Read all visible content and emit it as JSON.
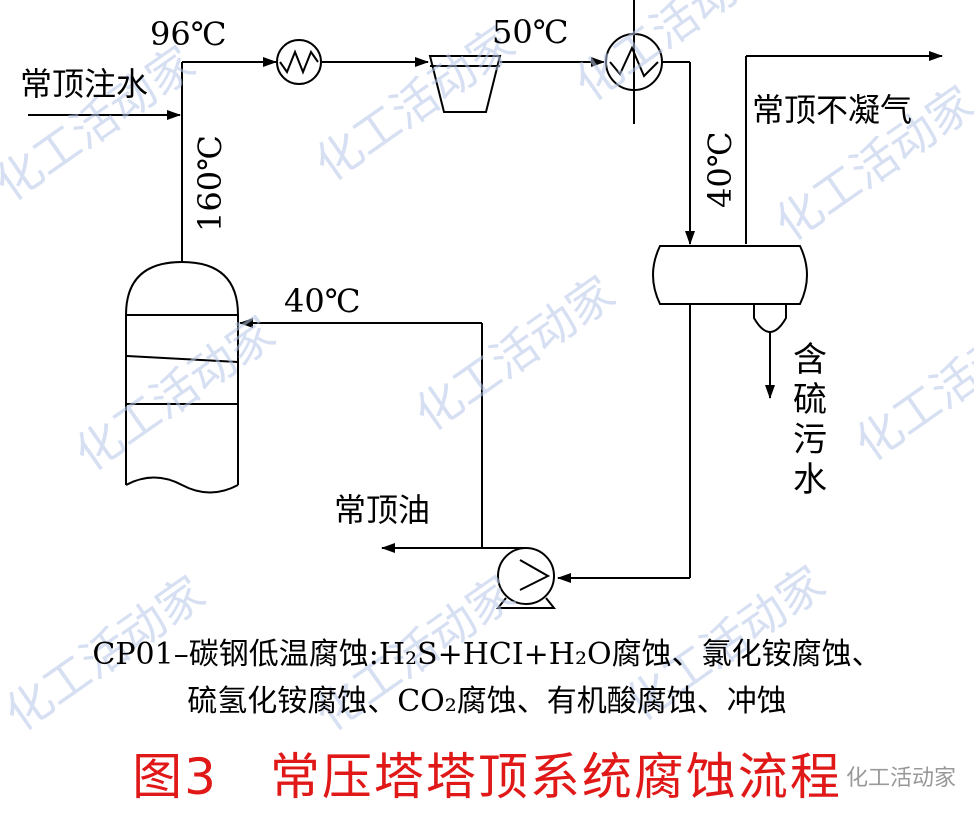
{
  "labels": {
    "water_injection": "常顶注水",
    "t_top": "96℃",
    "t_column": "160℃",
    "t_cooler": "50℃",
    "t_drum_in": "40℃",
    "t_reflux": "40℃",
    "noncondensable_gas": "常顶不凝气",
    "sour_water": [
      "含",
      "硫",
      "污",
      "水"
    ],
    "top_oil": "常顶油"
  },
  "note": {
    "line1": "CP01–碳钢低温腐蚀:H₂S+HCI+H₂O腐蚀、氯化铵腐蚀、",
    "line2": "硫氢化铵腐蚀、CO₂腐蚀、有机酸腐蚀、冲蚀"
  },
  "title": "图3　常压塔塔顶系统腐蚀流程",
  "watermark": "化工活动家",
  "brand": "化工活动家",
  "colors": {
    "title": "#e01818",
    "line": "#000000",
    "watermark": "#b8c8e8"
  }
}
